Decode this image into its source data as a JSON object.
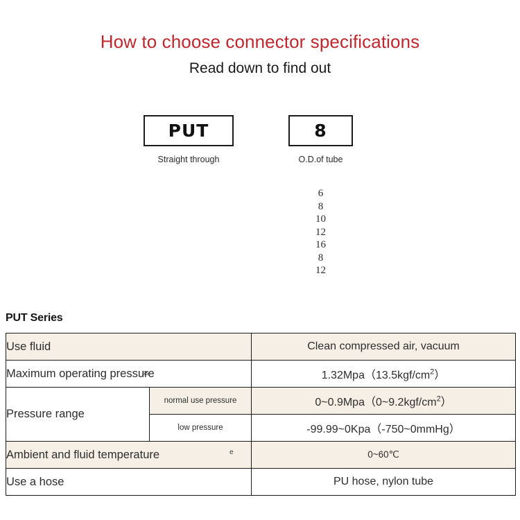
{
  "header": {
    "title": "How to choose connector specifications",
    "subtitle": "Read down to find out",
    "title_color": "#c0272d"
  },
  "code_selector": {
    "series": {
      "code": "PUT",
      "caption": "Straight through"
    },
    "size": {
      "code": "8",
      "caption": "O.D.of tube",
      "options": [
        "6",
        "8",
        "10",
        "12",
        "16",
        "8",
        "12"
      ]
    }
  },
  "spec": {
    "series_label": "PUT Series",
    "shade_color": "#f6efe6",
    "rows": [
      {
        "label": "Use fluid",
        "sublabel": null,
        "value": "Clean compressed air, vacuum",
        "shaded": true
      },
      {
        "label": "Maximum operating pressure",
        "artifact": "ss",
        "sublabel": null,
        "value_html": "1.32Mpa（13.5kgf/cm<sup>2</sup>）",
        "shaded": false
      },
      {
        "label": "Pressure range",
        "sublabel": "normal use pressure",
        "value_html": "0~0.9Mpa（0~9.2kgf/cm<sup>2</sup>）",
        "shaded": true
      },
      {
        "label": null,
        "sublabel": "low pressure",
        "value_html": "-99.99~0Kpa（-750~0mmHg）",
        "shaded": false
      },
      {
        "label": "Ambient and fluid temperature",
        "artifact": "e",
        "sublabel": null,
        "value": "0~60℃",
        "shaded": true
      },
      {
        "label": "Use a hose",
        "sublabel": null,
        "value": "PU hose, nylon tube",
        "shaded": false
      }
    ]
  }
}
